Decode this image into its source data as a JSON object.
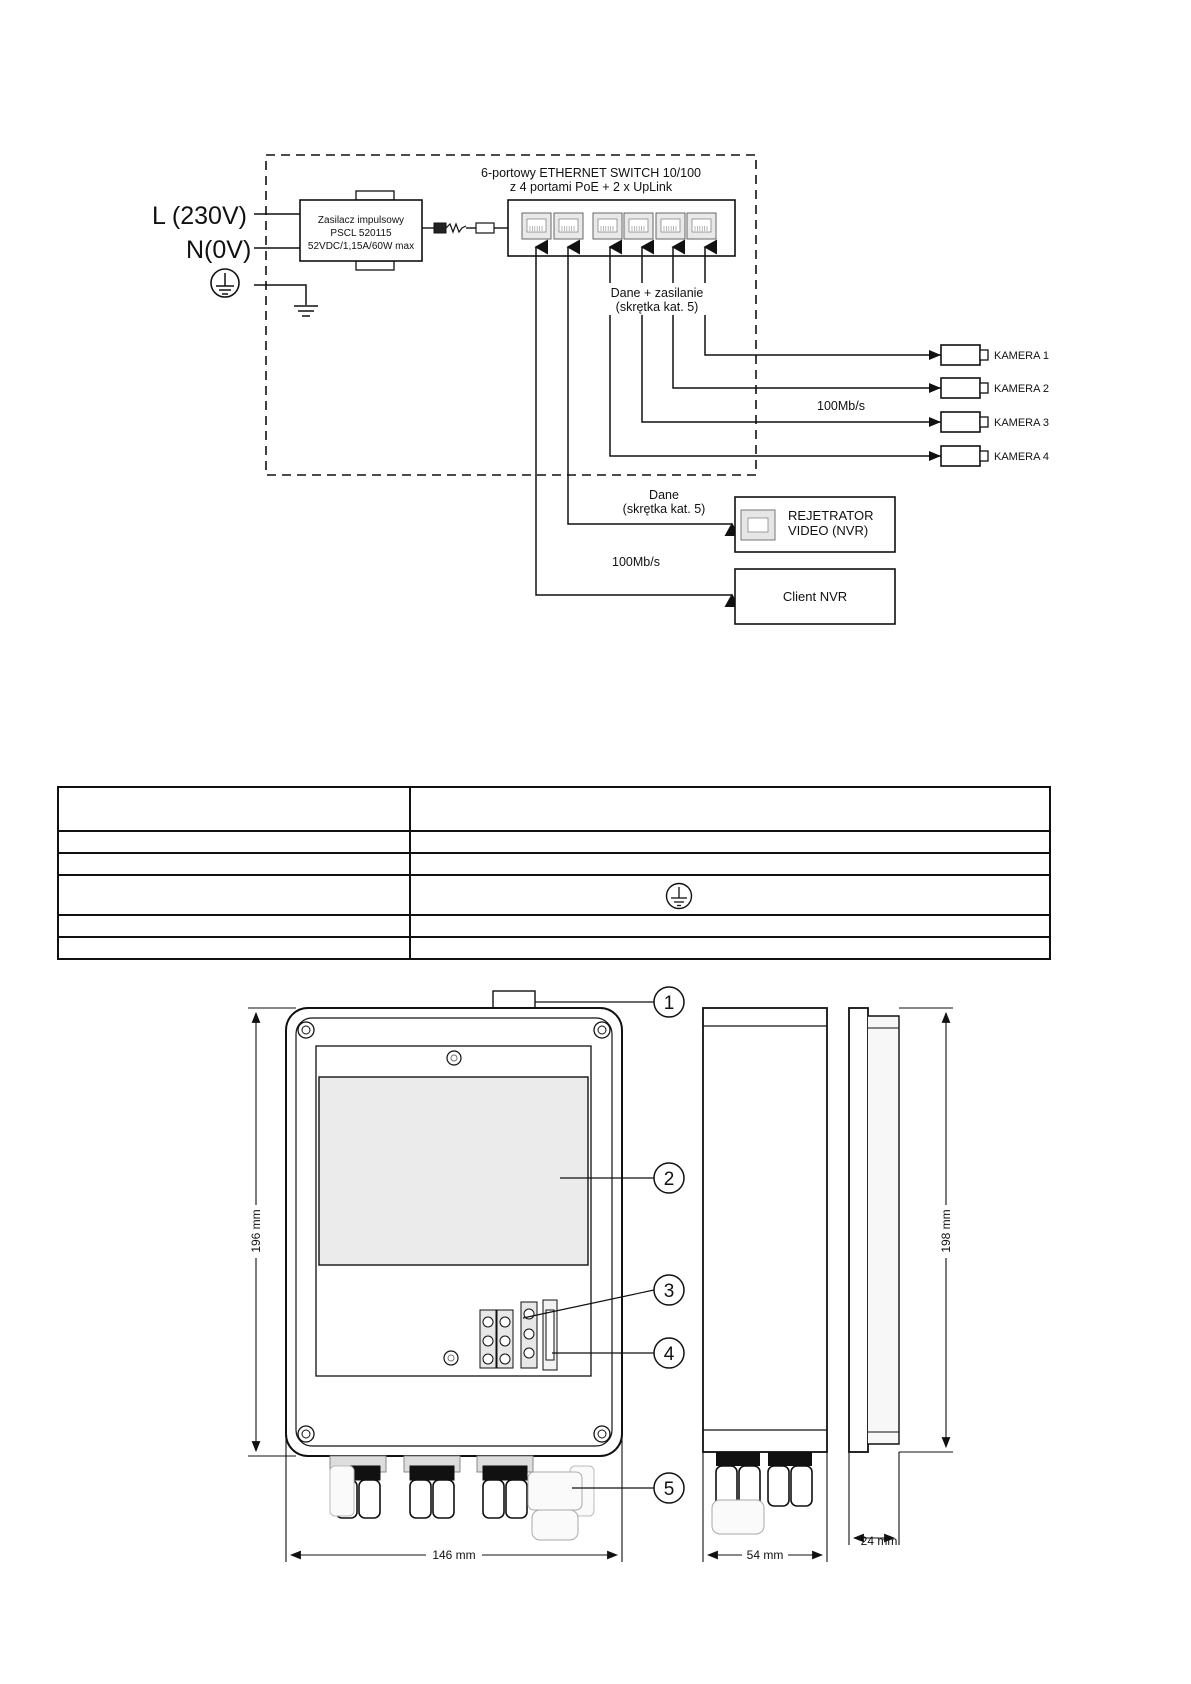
{
  "supply": {
    "live_label": "L (230V)",
    "neutral_label": "N(0V)",
    "psu_line1": "Zasilacz impulsowy",
    "psu_line2": "PSCL 520115",
    "psu_line3": "52VDC/1,15A/60W max"
  },
  "switch": {
    "title_line1": "6-portowy ETHERNET SWITCH 10/100",
    "title_line2": "z 4 portami PoE + 2 x UpLink"
  },
  "poe_link": {
    "label_line1": "Dane + zasilanie",
    "label_line2": "(skrętka kat. 5)",
    "speed": "100Mb/s"
  },
  "cameras": [
    "KAMERA 1",
    "KAMERA 2",
    "KAMERA 3",
    "KAMERA 4"
  ],
  "data_link": {
    "label_line1": "Dane",
    "label_line2": "(skrętka kat. 5)",
    "speed": "100Mb/s"
  },
  "nvr": {
    "line1": "REJETRATOR",
    "line2": "VIDEO (NVR)"
  },
  "client": {
    "label": "Client NVR"
  },
  "enclosure": {
    "callouts": [
      "1",
      "2",
      "3",
      "4",
      "5"
    ],
    "dim_height_front": "196 mm",
    "dim_width_front": "146 mm",
    "dim_depth_side": "54 mm",
    "dim_height_side": "198 mm",
    "dim_lid": "24 mm"
  },
  "colors": {
    "line": "#111111",
    "panel": "#ebebeb",
    "lid": "#f7f7f7"
  }
}
